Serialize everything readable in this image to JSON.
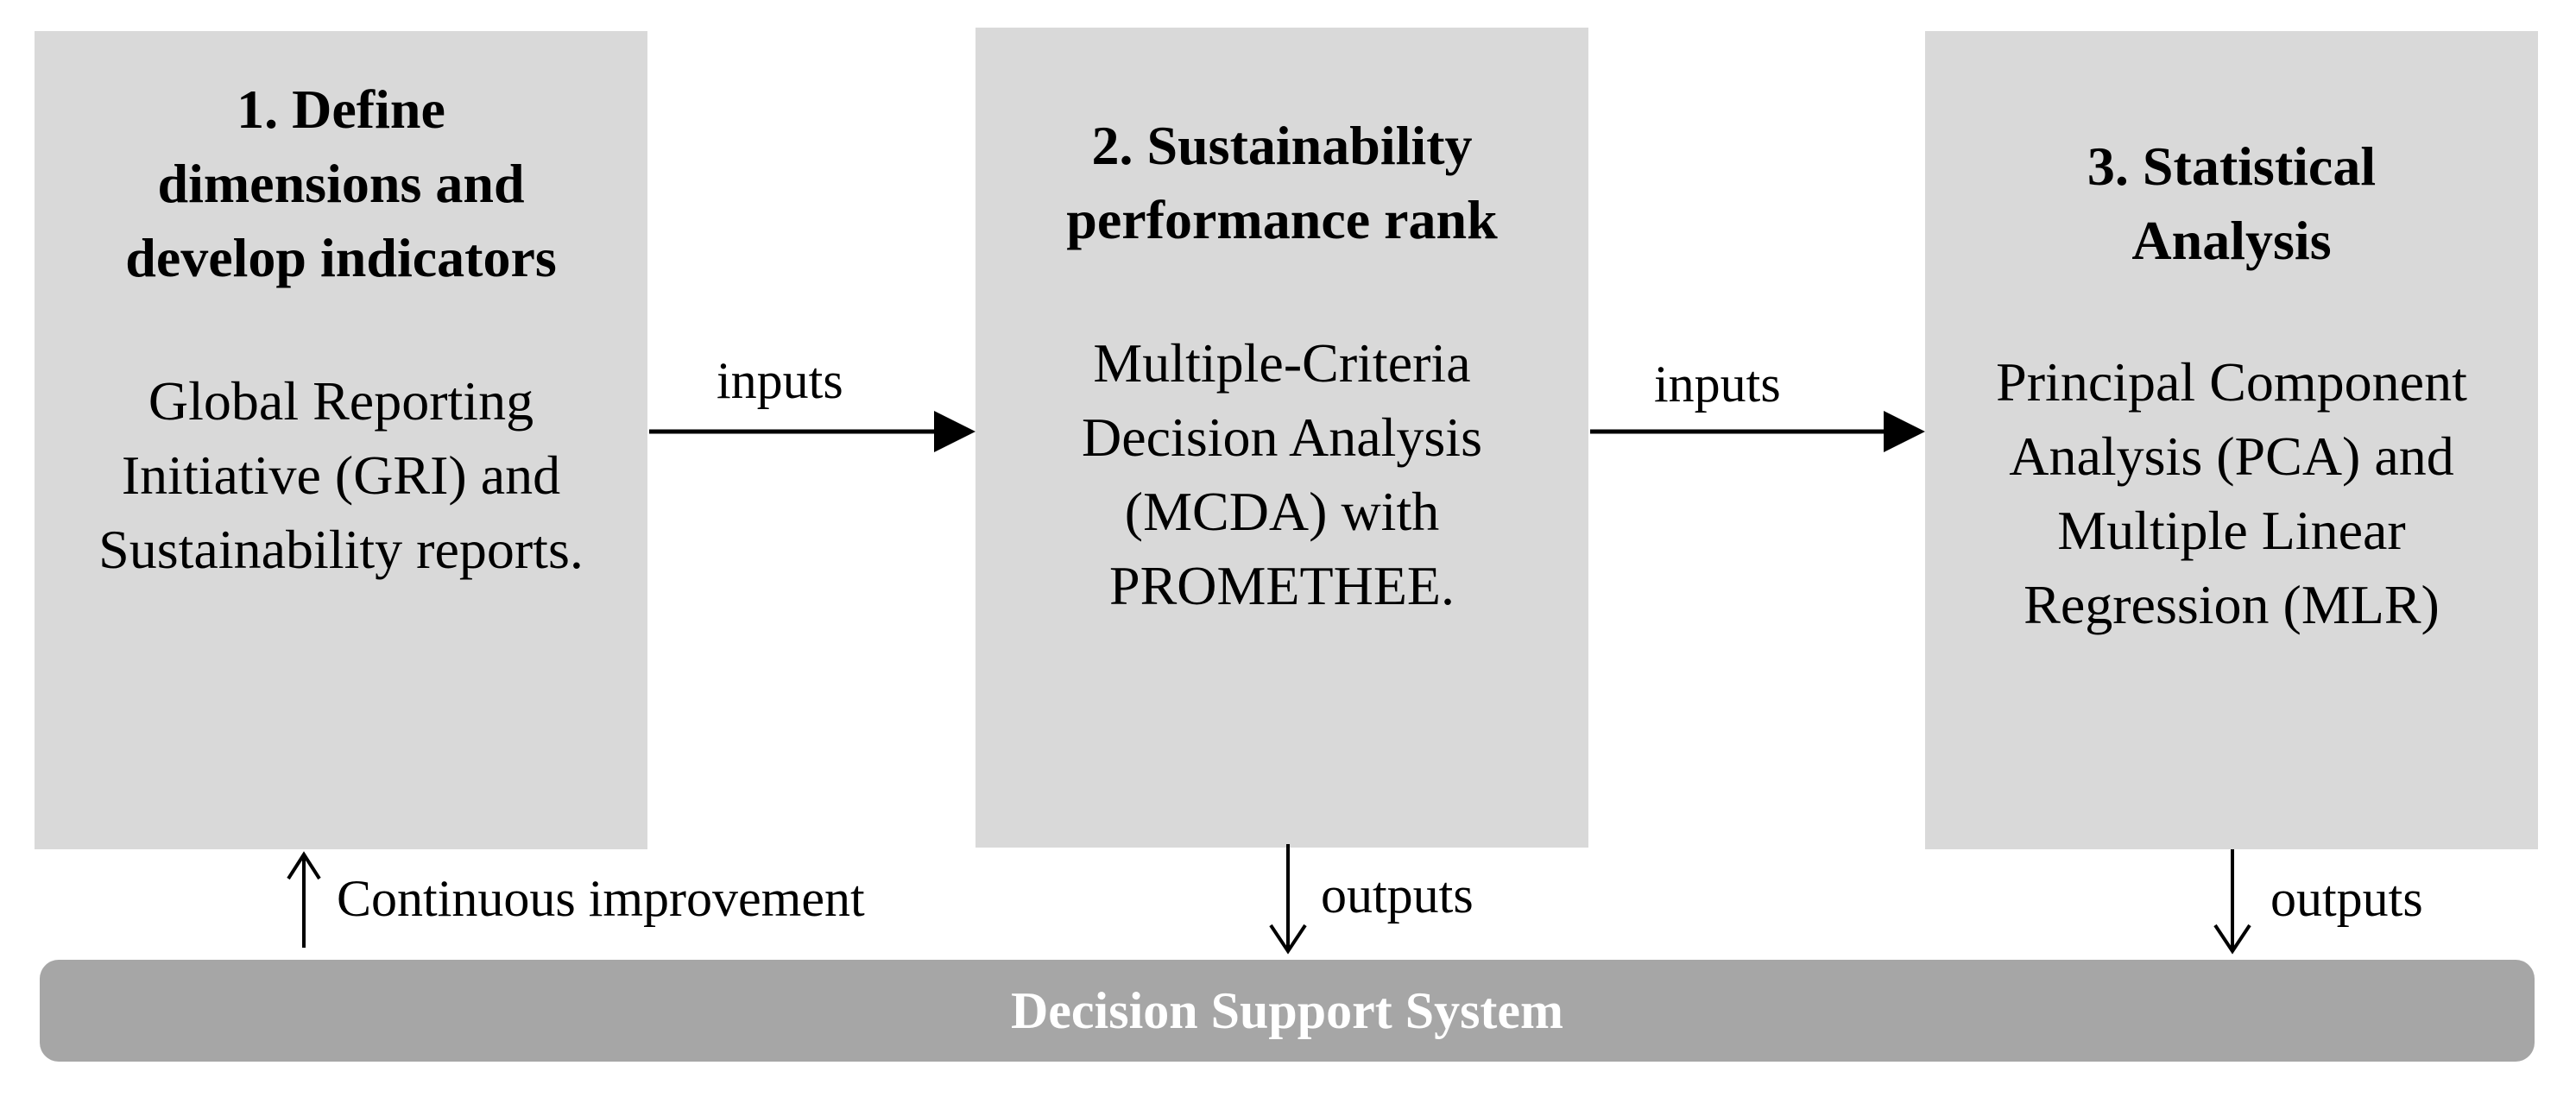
{
  "steps": [
    {
      "title": "1. Define dimensions and develop indicators",
      "body": "Global Reporting Initiative (GRI) and Sustainability reports."
    },
    {
      "title": "2. Sustainability performance rank",
      "body": "Multiple-Criteria Decision Analysis (MCDA) with PROMETHEE."
    },
    {
      "title": "3. Statistical Analysis",
      "body": "Principal Component Analysis (PCA) and Multiple Linear Regression (MLR)"
    }
  ],
  "connectors": {
    "inputs_1": "inputs",
    "inputs_2": "inputs",
    "continuous_improvement": "Continuous improvement",
    "outputs_2": "outputs",
    "outputs_3": "outputs"
  },
  "decision_support_system": "Decision Support System",
  "colors": {
    "box_fill": "#d9d9d9",
    "bar_fill": "#a6a6a6",
    "bar_text": "#ffffff",
    "line": "#000000"
  }
}
